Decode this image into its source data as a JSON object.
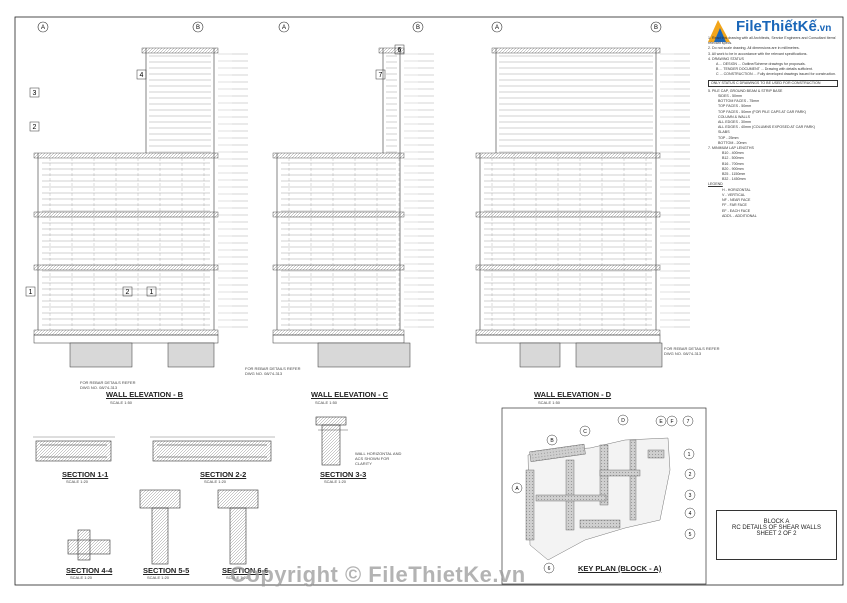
{
  "logo": {
    "brand": "FileThiếtKế",
    "suffix": ".vn"
  },
  "watermark": "Copyright © FileThietKe.vn",
  "grid_bubbles": [
    "A",
    "B",
    "A",
    "B",
    "A",
    "B"
  ],
  "section_flags": [
    "1",
    "2",
    "4",
    "3",
    "7",
    "1",
    "2",
    "6"
  ],
  "elevations": [
    {
      "title": "WALL ELEVATION - B",
      "scale": "SCALE 1:50"
    },
    {
      "title": "WALL ELEVATION - C",
      "scale": "SCALE 1:50"
    },
    {
      "title": "WALL ELEVATION - D",
      "scale": "SCALE 1:50"
    }
  ],
  "sections": [
    {
      "title": "SECTION 1-1",
      "scale": "SCALE 1:20"
    },
    {
      "title": "SECTION 2-2",
      "scale": "SCALE 1:20"
    },
    {
      "title": "SECTION 3-3",
      "scale": "SCALE 1:20"
    },
    {
      "title": "SECTION 4-4",
      "scale": "SCALE 1:20"
    },
    {
      "title": "SECTION 5-5",
      "scale": "SCALE 1:20"
    },
    {
      "title": "SECTION 6-6",
      "scale": "SCALE 1:20"
    }
  ],
  "keyplan": {
    "title": "KEY PLAN (BLOCK - A)",
    "bubbles": [
      "A",
      "B",
      "C",
      "D",
      "E",
      "F",
      "1",
      "2",
      "3",
      "4",
      "5",
      "6",
      "7"
    ]
  },
  "title_block": {
    "line1": "BLOCK A",
    "line2": "RC DETAILS OF SHEAR WALLS",
    "line3": "SHEET 2 OF 2"
  },
  "notes": {
    "items": [
      "1. Read this drawing with all Architects, Service Engineers and Consultant Items' relevant specs.",
      "2. Do not scale drawing. All dimensions are in millimetres.",
      "3. All work to be in accordance with the relevant specifications.",
      "4. DRAWING STATUS"
    ],
    "status": [
      "A ... DESIGN ... Outline/Scheme drawings for proposals.",
      "B ... TENDER DOCUMENT ... Drawing with details sufficient.",
      "C ... CONSTRUCTION ... Fully developed drawings issued for construction."
    ],
    "only_status": "ONLY STATUS C DRAWINGS TO BE USED FOR CONSTRUCTION",
    "cover_head": "5. PILE CAP, GROUND BEAM & STRIP BASE",
    "cover": [
      "SIDES - 50mm",
      "BOTTOM FACES - 75mm",
      "TOP FACES - 50mm",
      "TOP FACES - 50mm (FOR PILE CAPS AT CAR PARK)",
      "COLUMN & WALLS",
      "ALL EDGES - 30mm",
      "ALL EDGES - 40mm (COLUMNS EXPOSED AT CAR PARK)",
      "SLABS",
      "TOP - 25mm",
      "BOTTOM - 20mm"
    ],
    "lap_head": "7. MINIMUM LAP LENGTHS",
    "laps": [
      "B10 - 400mm",
      "B12 - 500mm",
      "B16 - 700mm",
      "B20 - 900mm",
      "B25 - 1150mm",
      "B32 - 1450mm"
    ],
    "legend_head": "LEGEND",
    "legend": [
      "H - HORIZONTAL",
      "V - VERTICAL",
      "NF - NEAR FACE",
      "FF - FAR FACE",
      "EF - EACH FACE",
      "ADD'L - ADDITIONAL"
    ]
  },
  "annotations": {
    "for_rebar_details_b": "FOR REBAR DETAILS REFER DWG NO. 08/74-313",
    "for_rebar_details_c": "FOR REBAR DETAILS REFER DWG NO. 08/74-313",
    "for_rebar_details_d": "FOR REBAR DETAILS REFER DWG NO. 08/74-313",
    "wall_horiz_note": "WALL HORIZONTAL AND ACS SHOWN FOR CLARITY"
  }
}
